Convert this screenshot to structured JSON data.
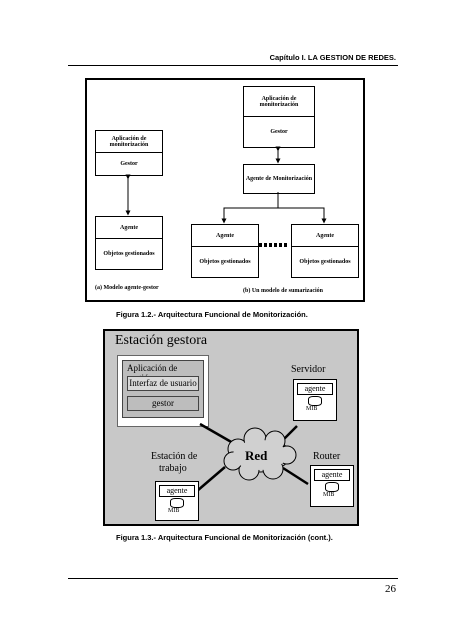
{
  "header": {
    "running_title": "Capítulo I. LA GESTION DE REDES."
  },
  "figure1": {
    "left_model": {
      "app_label": "Aplicación de monitorización",
      "manager_label": "Gestor",
      "agent_label": "Agente",
      "objects_label": "Objetos gestionados",
      "subcaption": "(a) Modelo agente-gestor"
    },
    "right_model": {
      "app_label": "Aplicación de monitorización",
      "manager_label": "Gestor",
      "mid_agent_label": "Agente de Monitorización",
      "agent1_label": "Agente",
      "objects1_label": "Objetos gestionados",
      "agent2_label": "Agente",
      "objects2_label": "Objetos gestionados",
      "subcaption": "(b) Un modelo de sumarización"
    },
    "caption": "Figura 1.2.- Arquitectura Funcional de Monitorización."
  },
  "figure2": {
    "title": "Estación gestora",
    "app_label": "Aplicación de gestión",
    "interface_label": "Interfaz de usuario",
    "manager_label": "gestor",
    "server_label": "Servidor",
    "router_label": "Router",
    "workstation_label1": "Estación de",
    "workstation_label2": "trabajo",
    "network_label": "Red",
    "agent_label": "agente",
    "mib_label": "MIB",
    "caption": "Figura 1.3.- Arquitectura Funcional de Monitorización (cont.)."
  },
  "page_number": "26"
}
